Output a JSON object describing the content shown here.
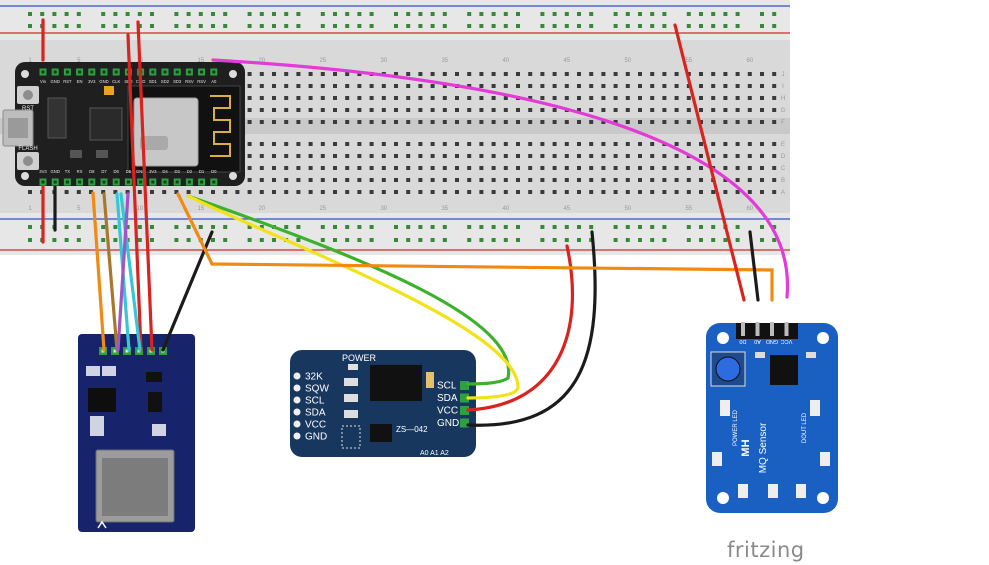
{
  "esp_module": {
    "top_pins": [
      "Vin",
      "GND",
      "RST",
      "EN",
      "3V3",
      "GND",
      "CLK",
      "SD0",
      "CMD",
      "SD1",
      "SD2",
      "SD3",
      "RSV",
      "RSV",
      "A0"
    ],
    "bottom_pins": [
      "3V3",
      "GND",
      "TX",
      "RX",
      "D8",
      "D7",
      "D6",
      "D5",
      "GND",
      "3V3",
      "D4",
      "D3",
      "D2",
      "D1",
      "D0"
    ],
    "rst_label": "RST",
    "flash_label": "FLASH"
  },
  "rtc_module": {
    "power_label": "POWER",
    "left_pins": [
      "32K",
      "SQW",
      "SCL",
      "SDA",
      "VCC",
      "GND"
    ],
    "right_pins": [
      "SCL",
      "SDA",
      "VCC",
      "GND"
    ],
    "part_label": "ZS—042",
    "address_label": "A0 A1 A2"
  },
  "mq_sensor": {
    "pin_labels": [
      "D0",
      "A0",
      "GND",
      "VCC"
    ],
    "line1": "MH",
    "line2": "MQ Sensor",
    "power_led": "POWER LED",
    "dout_led": "DOUT LED"
  },
  "breadboard": {
    "column_numbers": [
      "1",
      "5",
      "10",
      "15",
      "20",
      "25",
      "30",
      "35",
      "40",
      "45",
      "50",
      "55",
      "60"
    ],
    "row_letters": [
      "J",
      "I",
      "H",
      "G",
      "F",
      "E",
      "D",
      "C",
      "B",
      "A"
    ]
  },
  "wire_colors": {
    "red": "#d8231f",
    "black": "#1b1b1b",
    "green": "#3db12b",
    "yellow": "#f2e21a",
    "orange": "#f08a12",
    "magenta": "#e33bd7",
    "cyan": "#35c7d6",
    "purple": "#9d57c9",
    "brown": "#a9772c"
  },
  "watermark": "fritzing"
}
